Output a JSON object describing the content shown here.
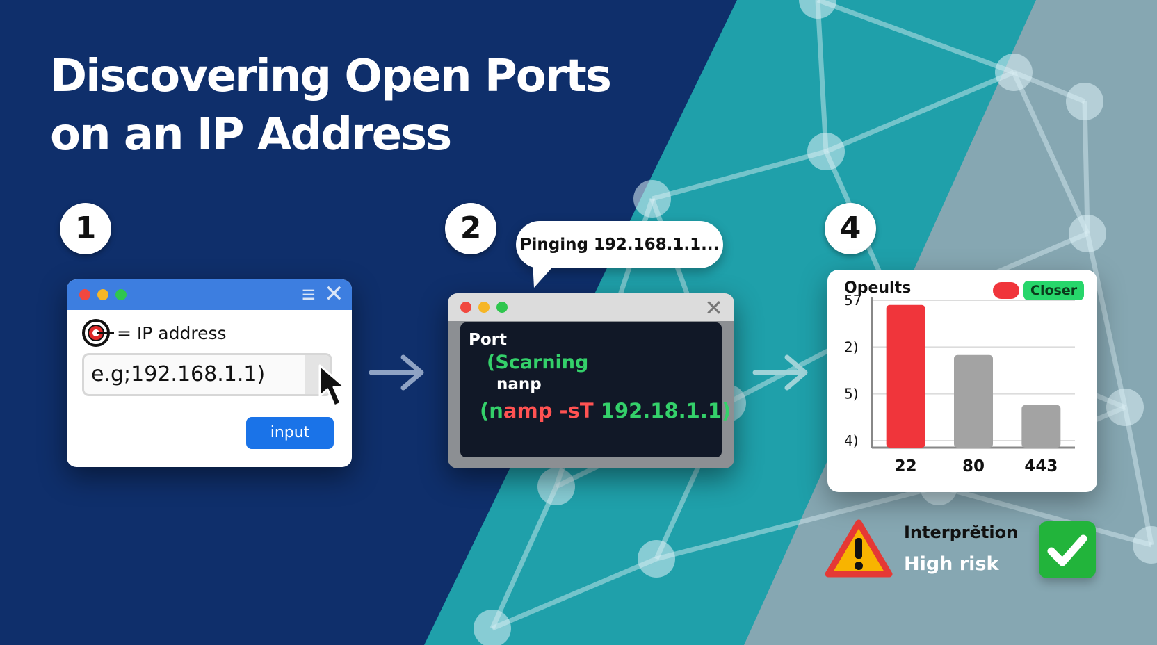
{
  "title": {
    "line1": "Discovering Open Ports",
    "line2": "on an IP Address"
  },
  "steps": {
    "step1_number": "1",
    "step2_number": "2",
    "step4_number": "4"
  },
  "panel1": {
    "field_label": "= IP address",
    "input_value": "e.g;192.168.1.1)",
    "button_label": "input",
    "icons": [
      "target-icon",
      "mouse-cursor-icon",
      "expand-icon",
      "close-icon"
    ]
  },
  "panel2": {
    "bubble_text": "Pinging 192.168.1.1...",
    "terminal": {
      "line1": "Port",
      "line2": "(Scarning",
      "line3": "nanp",
      "line4_part1": "(n",
      "line4_part2": "amp -sT",
      "line4_part3": " 192.1",
      "line4_part4": "8.1.1)"
    }
  },
  "panel4": {
    "card_title": "Opeults",
    "legend_label": "Closer",
    "interpretation_label": "Interprĕtion",
    "risk_label": "High risk"
  },
  "colors": {
    "dark_blue": "#0f2f6b",
    "teal": "#1fa0aa",
    "gray_blue": "#86a7b2",
    "accent_blue": "#1a73e8",
    "bar_red": "#f0353b",
    "bar_gray": "#a3a3a3",
    "terminal_green": "#34d06a"
  },
  "chart_data": {
    "type": "bar",
    "categories": [
      "22",
      "80",
      "443"
    ],
    "values": [
      57,
      37,
      17
    ],
    "colors": [
      "#f0353b",
      "#a3a3a3",
      "#a3a3a3"
    ],
    "y_tick_labels": [
      "57",
      "2)",
      "5)",
      "4)"
    ],
    "title": "Opeults",
    "legend": [
      {
        "name": "Closer",
        "color": "#f0353b"
      }
    ],
    "ylim": [
      0,
      60
    ],
    "grid": true
  }
}
